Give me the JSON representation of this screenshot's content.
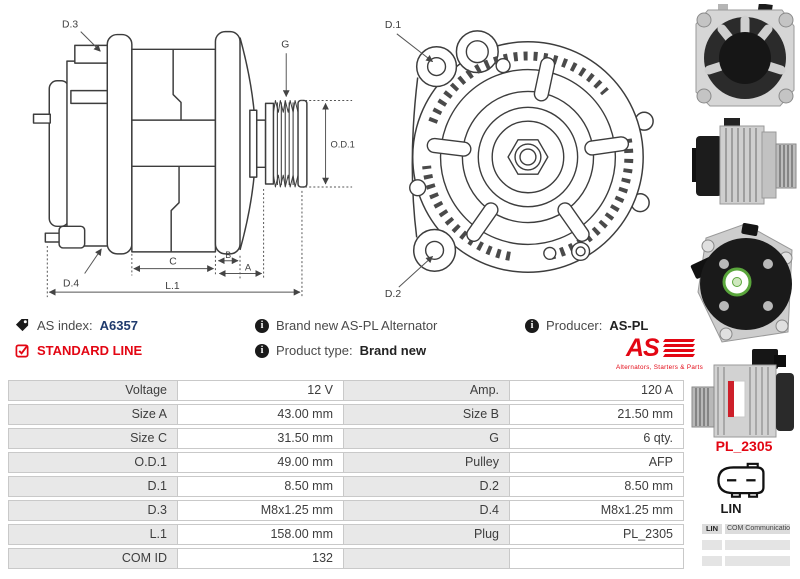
{
  "meta": {
    "as_index_label": "AS index:",
    "as_index_value": "A6357",
    "standard_line_label": "STANDARD LINE",
    "brand_new_text": "Brand new AS-PL Alternator",
    "product_type_label": "Product type:",
    "product_type_value": "Brand new",
    "producer_label": "Producer:",
    "producer_value": "AS-PL"
  },
  "logo": {
    "text": "AS",
    "tagline": "Alternators, Starters & Parts"
  },
  "diagram_side": {
    "d3": "D.3",
    "g": "G",
    "od1": "O.D.1",
    "d4": "D.4",
    "c": "C",
    "b": "B",
    "a": "A",
    "l1": "L.1"
  },
  "diagram_front": {
    "d1": "D.1",
    "d2": "D.2"
  },
  "plug_section": {
    "code": "PL_2305",
    "connector_label": "LIN",
    "com_header_left": "LIN",
    "com_header_right": "COM Communication"
  },
  "spec_table": {
    "rows": [
      {
        "l1": "Voltage",
        "v1": "12 V",
        "l2": "Amp.",
        "v2": "120 A"
      },
      {
        "l1": "Size A",
        "v1": "43.00 mm",
        "l2": "Size B",
        "v2": "21.50 mm"
      },
      {
        "l1": "Size C",
        "v1": "31.50 mm",
        "l2": "G",
        "v2": "6 qty."
      },
      {
        "l1": "O.D.1",
        "v1": "49.00 mm",
        "l2": "Pulley",
        "v2": "AFP"
      },
      {
        "l1": "D.1",
        "v1": "8.50 mm",
        "l2": "D.2",
        "v2": "8.50 mm"
      },
      {
        "l1": "D.3",
        "v1": "M8x1.25 mm",
        "l2": "D.4",
        "v2": "M8x1.25 mm"
      },
      {
        "l1": "L.1",
        "v1": "158.00 mm",
        "l2": "Plug",
        "v2": "PL_2305"
      },
      {
        "l1": "COM ID",
        "v1": "132",
        "l2": "",
        "v2": ""
      }
    ]
  },
  "colors": {
    "accent_red": "#e30613",
    "index_blue": "#1f3a6d",
    "cell_gray": "#e8e8e8",
    "border_gray": "#c9c9c9"
  }
}
